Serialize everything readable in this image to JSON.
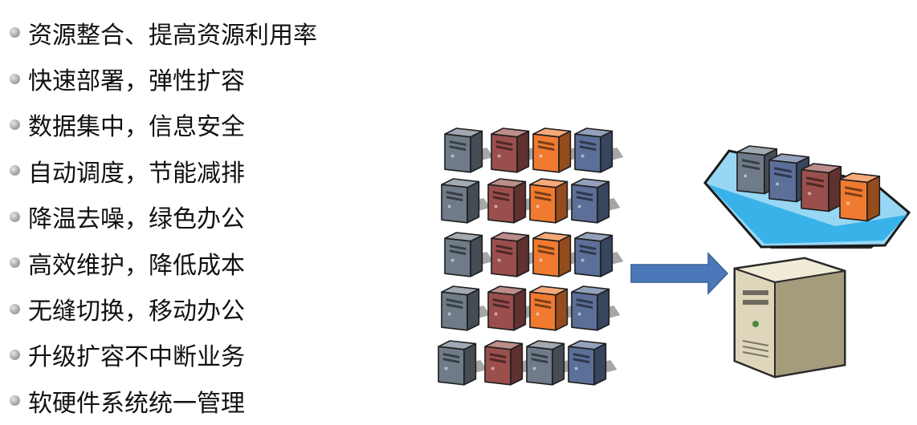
{
  "bullets": [
    "资源整合、提高资源利用率",
    "快速部署，弹性扩容",
    "数据集中，信息安全",
    "自动调度，节能减排",
    "降温去噪，绿色办公",
    "高效维护，降低成本",
    "无缝切换，移动办公",
    "升级扩容不中断业务",
    "软硬件系统统一管理"
  ],
  "diagram": {
    "server_grid": [
      [
        "gray",
        "red",
        "orange",
        "blue"
      ],
      [
        "gray",
        "red",
        "orange",
        "blue"
      ],
      [
        "gray",
        "red",
        "orange",
        "blue"
      ],
      [
        "gray",
        "red",
        "orange",
        "blue"
      ],
      [
        "gray",
        "red",
        "gray",
        "blue"
      ]
    ],
    "virtualized_row": [
      "gray",
      "blue",
      "red",
      "orange"
    ],
    "colors": {
      "gray": "#6f7b88",
      "red": "#9a4f4c",
      "orange": "#f07a2f",
      "blue": "#5b6f98",
      "arrow": "#4a78b8",
      "platform": "#1aa6e6"
    },
    "icons": [
      "arrow-right-icon",
      "physical-server-icon",
      "server-tower-icon"
    ]
  }
}
